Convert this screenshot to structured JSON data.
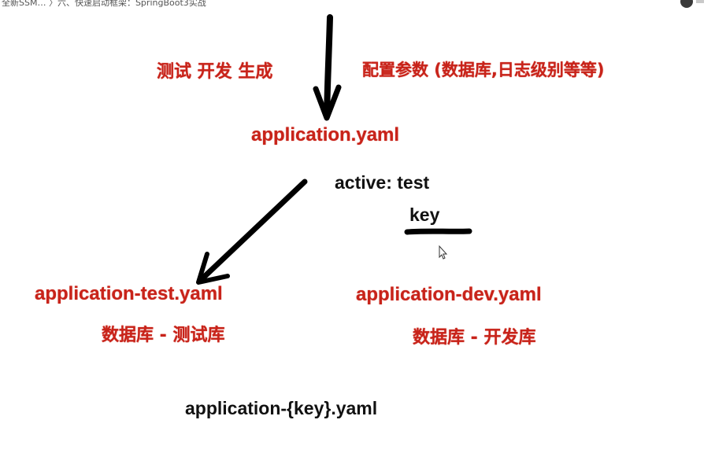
{
  "topbar": {
    "breadcrumb": "全新SSM… 〉六、快速启动框架：SpringBoot3实战"
  },
  "diagram": {
    "env_labels": "测试   开发  生成",
    "config_params": "配置参数 (数据库,日志级别等等)",
    "main_file": "application.yaml",
    "active_line": "active: test",
    "key_label": "key",
    "test_file": "application-test.yaml",
    "test_db": "数据库 - 测试库",
    "dev_file": "application-dev.yaml",
    "dev_db": "数据库 - 开发库",
    "pattern_file": "application-{key}.yaml"
  }
}
